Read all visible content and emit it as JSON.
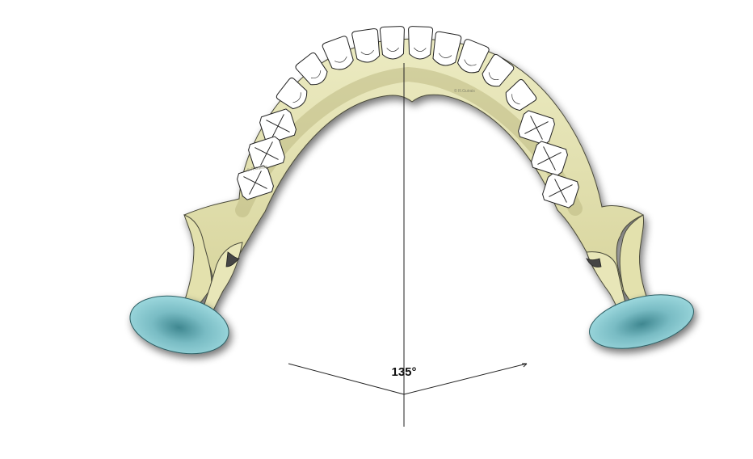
{
  "angle_label": "135°",
  "colors": {
    "bone": "#e6e4b4",
    "bone_shadow": "#b7b47e",
    "bone_outline": "#4a4a3a",
    "tooth": "#ffffff",
    "tooth_outline": "#222222",
    "condyle": "#8ccfd6",
    "condyle_dark": "#4e9aa3",
    "lines": "#222222"
  },
  "icons": [
    "mandible-illustration",
    "tooth-crown",
    "tooth-cross-mark"
  ],
  "teeth": {
    "incisors": 6,
    "premolars_curve": 2,
    "crossed_molars_per_side": 3
  },
  "signature": "© R.Guirais"
}
